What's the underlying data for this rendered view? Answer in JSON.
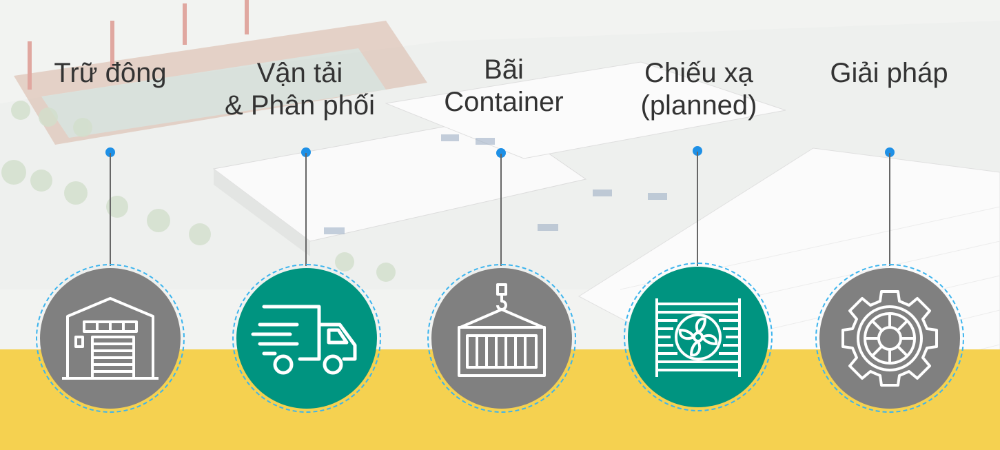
{
  "items": [
    {
      "lines": [
        "Trữ đông"
      ],
      "icon": "warehouse-icon",
      "color": "#808080"
    },
    {
      "lines": [
        "Vận tải",
        "& Phân phối"
      ],
      "icon": "delivery-truck-icon",
      "color": "#009480"
    },
    {
      "lines": [
        "Bãi",
        "Container"
      ],
      "icon": "hoisted-container-icon",
      "color": "#808080"
    },
    {
      "lines": [
        "Chiếu xạ",
        "(planned)"
      ],
      "icon": "irradiation-fan-icon",
      "color": "#009480"
    },
    {
      "lines": [
        "Giải pháp"
      ],
      "icon": "gear-icon",
      "color": "#808080"
    }
  ],
  "colors": {
    "highlight": "#f5d150",
    "accent_dot": "#1e90e6",
    "dashed_ring": "#3bb4ee"
  }
}
